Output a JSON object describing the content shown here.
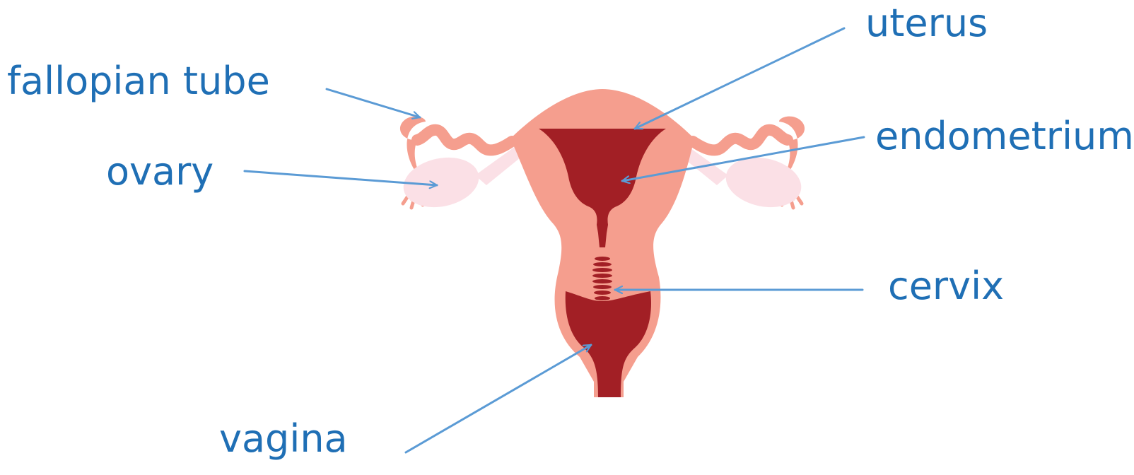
{
  "colors": {
    "label_text": "#1f6fb5",
    "arrow": "#5b9bd5",
    "tissue": "#f59e8e",
    "tissue_dark": "#e8826f",
    "lumen": "#a21f25",
    "ovary": "#fbe0e6"
  },
  "labels": {
    "uterus": "uterus",
    "fallopian_tube": "fallopian tube",
    "endometrium": "endometrium",
    "ovary": "ovary",
    "cervix": "cervix",
    "vagina": "vagina"
  }
}
